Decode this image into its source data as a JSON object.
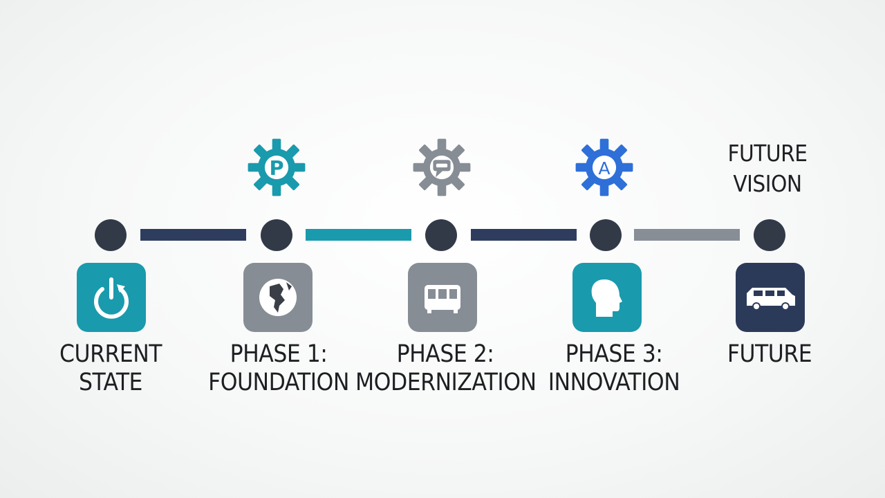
{
  "future_vision_title": "FUTURE\nVISION",
  "colors": {
    "teal": "#1a9aad",
    "gray": "#878d95",
    "blue": "#2f6fd8",
    "navy": "#2c3a5a",
    "node": "#323a48",
    "connector_navy": "#2e3d5e",
    "connector_gray": "#878e96"
  },
  "gears": [
    {
      "letter": "P",
      "color": "#1a9aad"
    },
    {
      "letter": "",
      "color": "#878d95"
    },
    {
      "letter": "A",
      "color": "#2f6fd8"
    }
  ],
  "stages": [
    {
      "label": "CURRENT\nSTATE",
      "icon": "power-icon",
      "tile_color": "#1a9aad"
    },
    {
      "label": "PHASE 1:\nFOUNDATION",
      "icon": "globe-icon",
      "tile_color": "#878d95"
    },
    {
      "label": "PHASE 2:\nMODERNIZATION",
      "icon": "bus-icon",
      "tile_color": "#878d95"
    },
    {
      "label": "PHASE 3:\nINNOVATION",
      "icon": "head-icon",
      "tile_color": "#1a9aad"
    },
    {
      "label": "FUTURE",
      "icon": "van-icon",
      "tile_color": "#2c3a5a"
    }
  ]
}
